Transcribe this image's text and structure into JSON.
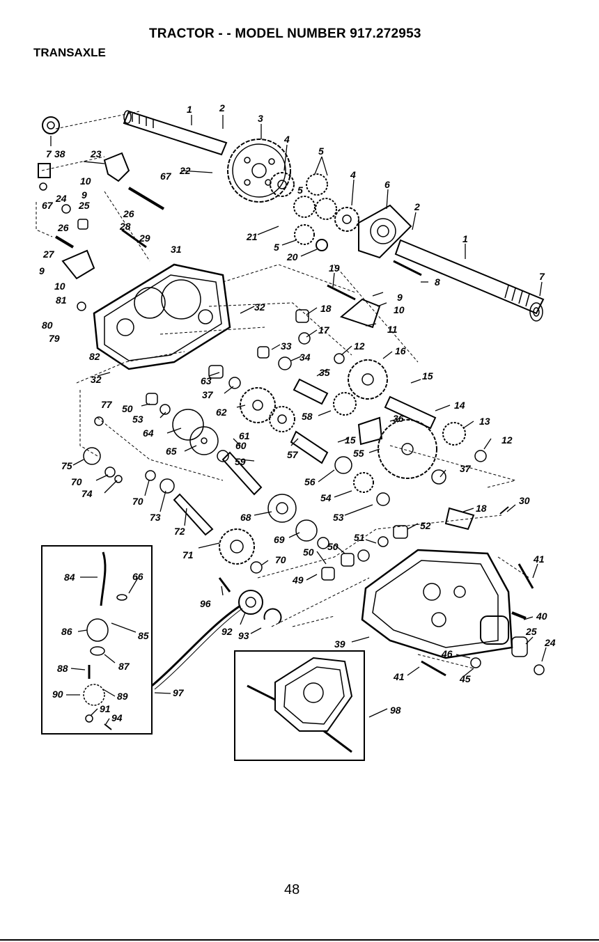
{
  "header": {
    "title": "TRACTOR - - MODEL NUMBER 917.272953",
    "section": "TRANSAXLE"
  },
  "page_number": "48",
  "callouts": [
    {
      "id": "c1a",
      "text": "1"
    },
    {
      "id": "c2a",
      "text": "2"
    },
    {
      "id": "c3",
      "text": "3"
    },
    {
      "id": "c4a",
      "text": "4"
    },
    {
      "id": "c5a",
      "text": "5"
    },
    {
      "id": "c4b",
      "text": "4"
    },
    {
      "id": "c6",
      "text": "6"
    },
    {
      "id": "c2b",
      "text": "2"
    },
    {
      "id": "c1b",
      "text": "1"
    },
    {
      "id": "c7a",
      "text": "7"
    },
    {
      "id": "c38",
      "text": "38"
    },
    {
      "id": "c7b",
      "text": "7"
    },
    {
      "id": "c23",
      "text": "23"
    },
    {
      "id": "c10a",
      "text": "10"
    },
    {
      "id": "c9a",
      "text": "9"
    },
    {
      "id": "c67a",
      "text": "67"
    },
    {
      "id": "c24a",
      "text": "24"
    },
    {
      "id": "c25a",
      "text": "25"
    },
    {
      "id": "c67b",
      "text": "67"
    },
    {
      "id": "c26a",
      "text": "26"
    },
    {
      "id": "c26b",
      "text": "26"
    },
    {
      "id": "c28",
      "text": "28"
    },
    {
      "id": "c29",
      "text": "29"
    },
    {
      "id": "c22",
      "text": "22"
    },
    {
      "id": "c21",
      "text": "21"
    },
    {
      "id": "c5b",
      "text": "5"
    },
    {
      "id": "c5c",
      "text": "5"
    },
    {
      "id": "c20",
      "text": "20"
    },
    {
      "id": "c8",
      "text": "8"
    },
    {
      "id": "c27",
      "text": "27"
    },
    {
      "id": "c31",
      "text": "31"
    },
    {
      "id": "c19",
      "text": "19"
    },
    {
      "id": "c9b",
      "text": "9"
    },
    {
      "id": "c10b",
      "text": "10"
    },
    {
      "id": "c9c",
      "text": "9"
    },
    {
      "id": "c10c",
      "text": "10"
    },
    {
      "id": "c81",
      "text": "81"
    },
    {
      "id": "c32a",
      "text": "32"
    },
    {
      "id": "c18a",
      "text": "18"
    },
    {
      "id": "c11",
      "text": "11"
    },
    {
      "id": "c80",
      "text": "80"
    },
    {
      "id": "c79",
      "text": "79"
    },
    {
      "id": "c17",
      "text": "17"
    },
    {
      "id": "c33",
      "text": "33"
    },
    {
      "id": "c12a",
      "text": "12"
    },
    {
      "id": "c16",
      "text": "16"
    },
    {
      "id": "c34",
      "text": "34"
    },
    {
      "id": "c82",
      "text": "82"
    },
    {
      "id": "c32b",
      "text": "32"
    },
    {
      "id": "c63",
      "text": "63"
    },
    {
      "id": "c35",
      "text": "35"
    },
    {
      "id": "c15a",
      "text": "15"
    },
    {
      "id": "c37a",
      "text": "37"
    },
    {
      "id": "c14",
      "text": "14"
    },
    {
      "id": "c77",
      "text": "77"
    },
    {
      "id": "c50a",
      "text": "50"
    },
    {
      "id": "c62",
      "text": "62"
    },
    {
      "id": "c58",
      "text": "58"
    },
    {
      "id": "c36",
      "text": "36"
    },
    {
      "id": "c13",
      "text": "13"
    },
    {
      "id": "c53a",
      "text": "53"
    },
    {
      "id": "c64",
      "text": "64"
    },
    {
      "id": "c61",
      "text": "61"
    },
    {
      "id": "c60",
      "text": "60"
    },
    {
      "id": "c15b",
      "text": "15"
    },
    {
      "id": "c12b",
      "text": "12"
    },
    {
      "id": "c65",
      "text": "65"
    },
    {
      "id": "c57",
      "text": "57"
    },
    {
      "id": "c55",
      "text": "55"
    },
    {
      "id": "c75",
      "text": "75"
    },
    {
      "id": "c59",
      "text": "59"
    },
    {
      "id": "c37b",
      "text": "37"
    },
    {
      "id": "c70a",
      "text": "70"
    },
    {
      "id": "c74",
      "text": "74"
    },
    {
      "id": "c56",
      "text": "56"
    },
    {
      "id": "c70b",
      "text": "70"
    },
    {
      "id": "c54",
      "text": "54"
    },
    {
      "id": "c73",
      "text": "73"
    },
    {
      "id": "c68",
      "text": "68"
    },
    {
      "id": "c53b",
      "text": "53"
    },
    {
      "id": "c18b",
      "text": "18"
    },
    {
      "id": "c30",
      "text": "30"
    },
    {
      "id": "c72",
      "text": "72"
    },
    {
      "id": "c52",
      "text": "52"
    },
    {
      "id": "c69",
      "text": "69"
    },
    {
      "id": "c51",
      "text": "51"
    },
    {
      "id": "c50b",
      "text": "50"
    },
    {
      "id": "c71",
      "text": "71"
    },
    {
      "id": "c50c",
      "text": "50"
    },
    {
      "id": "c70c",
      "text": "70"
    },
    {
      "id": "c66",
      "text": "66"
    },
    {
      "id": "c84",
      "text": "84"
    },
    {
      "id": "c49",
      "text": "49"
    },
    {
      "id": "c41a",
      "text": "41"
    },
    {
      "id": "c96",
      "text": "96"
    },
    {
      "id": "c86",
      "text": "86"
    },
    {
      "id": "c85",
      "text": "85"
    },
    {
      "id": "c40",
      "text": "40"
    },
    {
      "id": "c92",
      "text": "92"
    },
    {
      "id": "c93",
      "text": "93"
    },
    {
      "id": "c25b",
      "text": "25"
    },
    {
      "id": "c39",
      "text": "39"
    },
    {
      "id": "c24b",
      "text": "24"
    },
    {
      "id": "c46",
      "text": "46"
    },
    {
      "id": "c87",
      "text": "87"
    },
    {
      "id": "c88",
      "text": "88"
    },
    {
      "id": "c41b",
      "text": "41"
    },
    {
      "id": "c45",
      "text": "45"
    },
    {
      "id": "c90",
      "text": "90"
    },
    {
      "id": "c89",
      "text": "89"
    },
    {
      "id": "c97",
      "text": "97"
    },
    {
      "id": "c98",
      "text": "98"
    },
    {
      "id": "c91",
      "text": "91"
    },
    {
      "id": "c94",
      "text": "94"
    }
  ]
}
